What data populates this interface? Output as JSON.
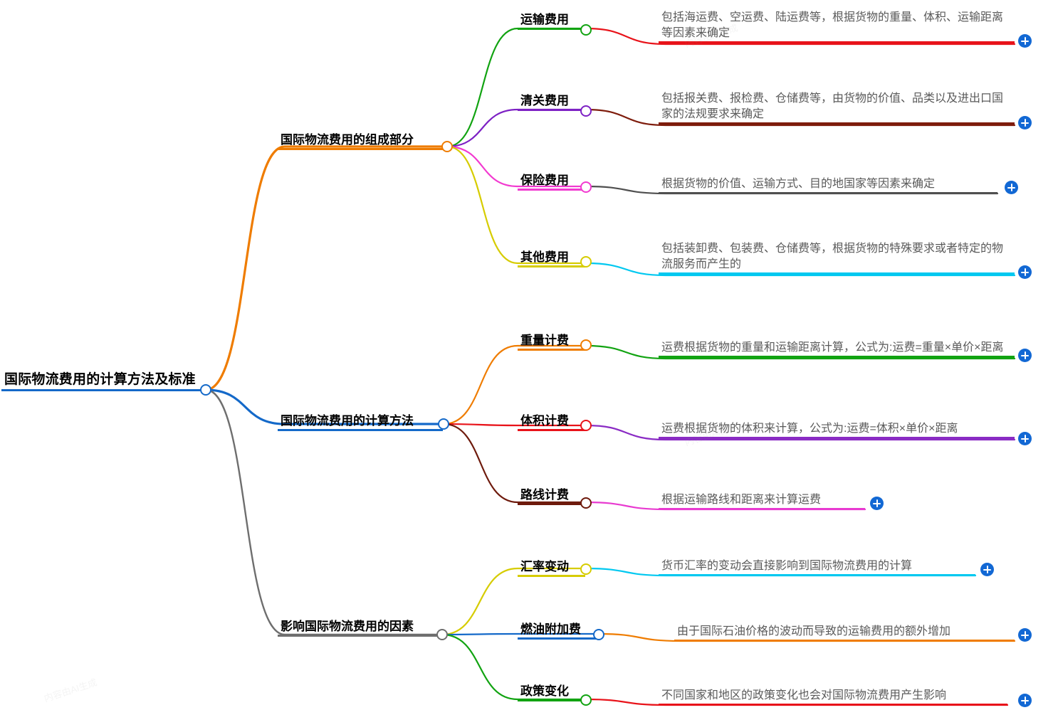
{
  "mindmap": {
    "root": {
      "label": "国际物流费用的计算方法及标准",
      "color": "#1469c9"
    },
    "branches": [
      {
        "label": "国际物流费用的组成部分",
        "color": "#ef7c00",
        "children": [
          {
            "label": "运输费用",
            "color": "#11a311",
            "detail": "包括海运费、空运费、陆运费等，根据货物的重量、体积、运输距离等因素来确定",
            "detail_color": "#e8131a",
            "add_label": "+"
          },
          {
            "label": "清关费用",
            "color": "#7d21c4",
            "detail": "包括报关费、报检费、仓储费等，由货物的价值、品类以及进出口国家的法规要求来确定",
            "detail_color": "#7e1c0c",
            "add_label": "+"
          },
          {
            "label": "保险费用",
            "color": "#f23ad0",
            "detail": "根据货物的价值、运输方式、目的地国家等因素来确定",
            "detail_color": "#4f4f4f",
            "add_label": "+"
          },
          {
            "label": "其他费用",
            "color": "#d6cc00",
            "detail": "包括装卸费、包装费、仓储费等，根据货物的特殊要求或者特定的物流服务而产生的",
            "detail_color": "#00c8f0",
            "add_label": "+"
          }
        ]
      },
      {
        "label": "国际物流费用的计算方法",
        "color": "#1469c9",
        "children": [
          {
            "label": "重量计费",
            "color": "#ef7c00",
            "detail": "运费根据货物的重量和运输距离计算，公式为:运费=重量×单价×距离",
            "detail_color": "#11a311",
            "add_label": "+"
          },
          {
            "label": "体积计费",
            "color": "#e8131a",
            "detail": "运费根据货物的体积来计算，公式为:运费=体积×单价×距离",
            "detail_color": "#8a2bc4",
            "add_label": "+"
          },
          {
            "label": "路线计费",
            "color": "#6e1a0c",
            "detail": "根据运输路线和距离来计算运费",
            "detail_color": "#e83ad0",
            "add_label": "+"
          }
        ]
      },
      {
        "label": "影响国际物流费用的因素",
        "color": "#6e6e6e",
        "children": [
          {
            "label": "汇率变动",
            "color": "#d6cc00",
            "detail": "货币汇率的变动会直接影响到国际物流费用的计算",
            "detail_color": "#00c8f0",
            "add_label": "+"
          },
          {
            "label": "燃油附加费",
            "color": "#1469c9",
            "detail": "由于国际石油价格的波动而导致的运输费用的额外增加",
            "detail_color": "#ef7c00",
            "add_label": "+"
          },
          {
            "label": "政策变化",
            "color": "#11a311",
            "detail": "不同国家和地区的政策变化也会对国际物流费用产生影响",
            "detail_color": "#e8131a",
            "add_label": "+"
          }
        ]
      }
    ]
  }
}
